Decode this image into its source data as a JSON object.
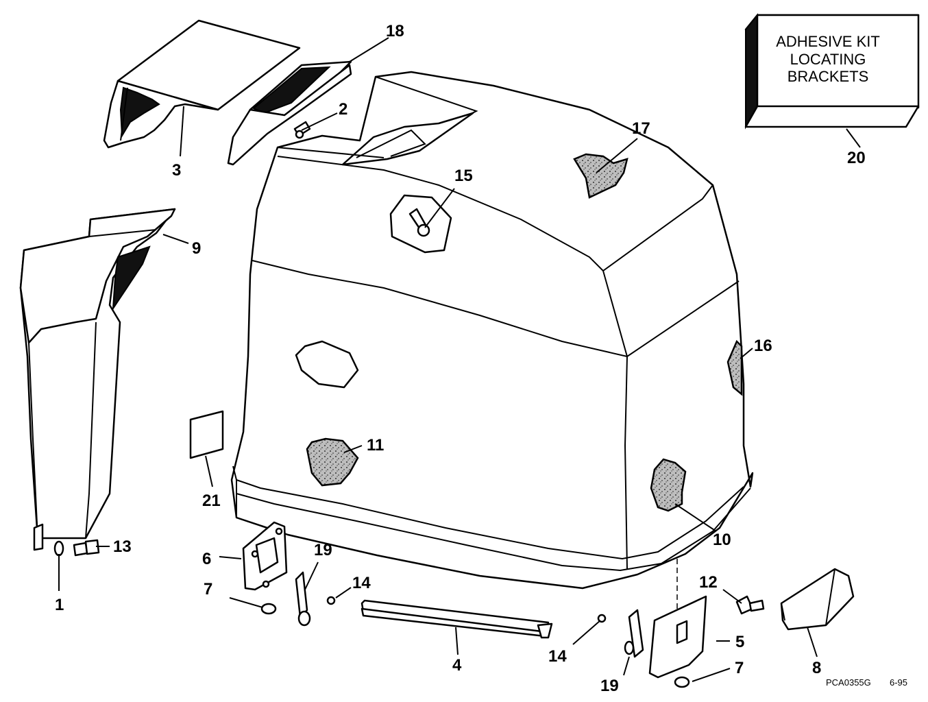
{
  "box_label": {
    "line1": "ADHESIVE KIT",
    "line2": "LOCATING",
    "line3": "BRACKETS"
  },
  "callouts": {
    "c1": "1",
    "c2": "2",
    "c3": "3",
    "c4": "4",
    "c5": "5",
    "c6": "6",
    "c7a": "7",
    "c7b": "7",
    "c8": "8",
    "c9": "9",
    "c10": "10",
    "c11": "11",
    "c12": "12",
    "c13": "13",
    "c14a": "14",
    "c14b": "14",
    "c15": "15",
    "c16": "16",
    "c17": "17",
    "c18": "18",
    "c19a": "19",
    "c19b": "19",
    "c20": "20",
    "c21": "21"
  },
  "footer": {
    "drawing_code": "PCA0355G",
    "date": "6-95"
  }
}
